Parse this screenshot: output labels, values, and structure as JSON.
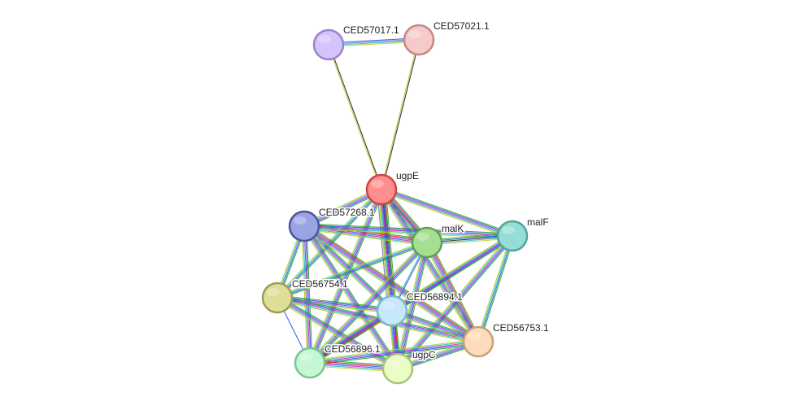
{
  "evidence_colors": {
    "neighborhood": "#22aa22",
    "fusion": "#ee2222",
    "cooccurrence": "#3355ee",
    "coexpression": "#222222",
    "experiments": "#cc22cc",
    "databases": "#22bbcc",
    "textmining": "#bbcc22",
    "homology": "#6677cc"
  },
  "nodes": [
    {
      "id": "CED57017.1",
      "label": "CED57017.1",
      "fill": "#d4c4fa",
      "border": "#9a82cf"
    },
    {
      "id": "CED57021.1",
      "label": "CED57021.1",
      "fill": "#f7c9c9",
      "border": "#c48888"
    },
    {
      "id": "ugpE",
      "label": "ugpE",
      "fill": "#ff8f8f",
      "border": "#cc4444"
    },
    {
      "id": "CED57268.1",
      "label": "CED57268.1",
      "fill": "#9aa4e2",
      "border": "#4a55a0"
    },
    {
      "id": "malK",
      "label": "malK",
      "fill": "#a4df94",
      "border": "#5fa050"
    },
    {
      "id": "malF",
      "label": "malF",
      "fill": "#95ddd6",
      "border": "#50a49c"
    },
    {
      "id": "CED56754.1",
      "label": "CED56754.1",
      "fill": "#dede98",
      "border": "#9c9c56"
    },
    {
      "id": "CED56894.1",
      "label": "CED56894.1",
      "fill": "#c6e8fa",
      "border": "#7fb4cf"
    },
    {
      "id": "CED56753.1",
      "label": "CED56753.1",
      "fill": "#fcdcbd",
      "border": "#c8a078"
    },
    {
      "id": "CED56896.1",
      "label": "CED56896.1",
      "fill": "#c6f7d3",
      "border": "#7cc492"
    },
    {
      "id": "ugpC",
      "label": "ugpC",
      "fill": "#e9fdc4",
      "border": "#a8c47a"
    }
  ],
  "edges": [
    {
      "source": "CED57017.1",
      "target": "CED57021.1",
      "evidence": [
        "cooccurrence",
        "homology",
        "databases",
        "textmining"
      ]
    },
    {
      "source": "CED57017.1",
      "target": "ugpE",
      "evidence": [
        "coexpression",
        "textmining"
      ]
    },
    {
      "source": "CED57021.1",
      "target": "ugpE",
      "evidence": [
        "coexpression",
        "textmining"
      ]
    },
    {
      "source": "ugpE",
      "target": "CED57268.1",
      "evidence": [
        "neighborhood",
        "cooccurrence",
        "experiments",
        "databases",
        "textmining"
      ]
    },
    {
      "source": "ugpE",
      "target": "malK",
      "evidence": [
        "neighborhood",
        "fusion",
        "cooccurrence",
        "coexpression",
        "experiments",
        "databases",
        "textmining"
      ]
    },
    {
      "source": "ugpE",
      "target": "malF",
      "evidence": [
        "neighborhood",
        "cooccurrence",
        "experiments",
        "databases",
        "textmining"
      ]
    },
    {
      "source": "ugpE",
      "target": "CED56754.1",
      "evidence": [
        "neighborhood",
        "cooccurrence",
        "databases",
        "textmining"
      ]
    },
    {
      "source": "ugpE",
      "target": "CED56894.1",
      "evidence": [
        "neighborhood",
        "fusion",
        "cooccurrence",
        "coexpression",
        "experiments",
        "databases",
        "textmining",
        "homology"
      ]
    },
    {
      "source": "ugpE",
      "target": "CED56753.1",
      "evidence": [
        "neighborhood",
        "cooccurrence",
        "experiments",
        "databases",
        "textmining"
      ]
    },
    {
      "source": "ugpE",
      "target": "CED56896.1",
      "evidence": [
        "neighborhood",
        "cooccurrence",
        "experiments",
        "databases",
        "textmining"
      ]
    },
    {
      "source": "ugpE",
      "target": "ugpC",
      "evidence": [
        "neighborhood",
        "cooccurrence",
        "experiments",
        "databases",
        "textmining"
      ]
    },
    {
      "source": "CED57268.1",
      "target": "malK",
      "evidence": [
        "neighborhood",
        "fusion",
        "cooccurrence",
        "experiments",
        "databases",
        "textmining"
      ]
    },
    {
      "source": "CED57268.1",
      "target": "malF",
      "evidence": [
        "neighborhood",
        "cooccurrence",
        "experiments",
        "databases",
        "textmining"
      ]
    },
    {
      "source": "CED57268.1",
      "target": "CED56754.1",
      "evidence": [
        "neighborhood",
        "cooccurrence",
        "databases",
        "textmining"
      ]
    },
    {
      "source": "CED57268.1",
      "target": "CED56894.1",
      "evidence": [
        "neighborhood",
        "cooccurrence",
        "experiments",
        "databases",
        "textmining"
      ]
    },
    {
      "source": "CED57268.1",
      "target": "CED56753.1",
      "evidence": [
        "neighborhood",
        "fusion",
        "cooccurrence",
        "experiments",
        "databases",
        "textmining"
      ]
    },
    {
      "source": "CED57268.1",
      "target": "CED56896.1",
      "evidence": [
        "neighborhood",
        "cooccurrence",
        "experiments",
        "databases",
        "textmining"
      ]
    },
    {
      "source": "CED57268.1",
      "target": "ugpC",
      "evidence": [
        "neighborhood",
        "cooccurrence",
        "experiments",
        "databases",
        "textmining"
      ]
    },
    {
      "source": "malK",
      "target": "malF",
      "evidence": [
        "neighborhood",
        "cooccurrence",
        "coexpression",
        "databases",
        "textmining"
      ]
    },
    {
      "source": "malK",
      "target": "CED56754.1",
      "evidence": [
        "neighborhood",
        "cooccurrence",
        "databases",
        "textmining"
      ]
    },
    {
      "source": "malK",
      "target": "CED56894.1",
      "evidence": [
        "cooccurrence",
        "databases"
      ]
    },
    {
      "source": "malK",
      "target": "CED56753.1",
      "evidence": [
        "neighborhood",
        "fusion",
        "cooccurrence",
        "experiments",
        "databases",
        "textmining"
      ]
    },
    {
      "source": "malK",
      "target": "CED56896.1",
      "evidence": [
        "neighborhood",
        "cooccurrence",
        "experiments",
        "databases",
        "textmining"
      ]
    },
    {
      "source": "malK",
      "target": "ugpC",
      "evidence": [
        "neighborhood",
        "cooccurrence",
        "experiments",
        "databases",
        "textmining"
      ]
    },
    {
      "source": "malF",
      "target": "CED56894.1",
      "evidence": [
        "neighborhood",
        "cooccurrence",
        "experiments",
        "databases",
        "textmining"
      ]
    },
    {
      "source": "malF",
      "target": "CED56753.1",
      "evidence": [
        "neighborhood",
        "cooccurrence",
        "databases",
        "textmining"
      ]
    },
    {
      "source": "malF",
      "target": "CED56896.1",
      "evidence": [
        "neighborhood",
        "cooccurrence",
        "experiments",
        "databases",
        "textmining"
      ]
    },
    {
      "source": "malF",
      "target": "ugpC",
      "evidence": [
        "neighborhood",
        "cooccurrence",
        "experiments",
        "databases",
        "textmining"
      ]
    },
    {
      "source": "CED56754.1",
      "target": "CED56894.1",
      "evidence": [
        "neighborhood",
        "cooccurrence",
        "experiments",
        "databases",
        "textmining"
      ]
    },
    {
      "source": "CED56754.1",
      "target": "CED56753.1",
      "evidence": [
        "neighborhood",
        "cooccurrence",
        "experiments",
        "databases",
        "textmining"
      ]
    },
    {
      "source": "CED56754.1",
      "target": "CED56896.1",
      "evidence": [
        "cooccurrence"
      ]
    },
    {
      "source": "CED56754.1",
      "target": "ugpC",
      "evidence": [
        "neighborhood",
        "cooccurrence",
        "experiments",
        "databases",
        "textmining"
      ]
    },
    {
      "source": "CED56894.1",
      "target": "CED56753.1",
      "evidence": [
        "neighborhood",
        "cooccurrence",
        "experiments",
        "databases",
        "textmining"
      ]
    },
    {
      "source": "CED56894.1",
      "target": "CED56896.1",
      "evidence": [
        "neighborhood",
        "fusion",
        "cooccurrence",
        "experiments",
        "databases",
        "textmining"
      ]
    },
    {
      "source": "CED56894.1",
      "target": "ugpC",
      "evidence": [
        "neighborhood",
        "fusion",
        "cooccurrence",
        "experiments",
        "databases",
        "textmining"
      ]
    },
    {
      "source": "CED56753.1",
      "target": "CED56896.1",
      "evidence": [
        "neighborhood",
        "cooccurrence",
        "experiments",
        "databases",
        "textmining"
      ]
    },
    {
      "source": "CED56753.1",
      "target": "ugpC",
      "evidence": [
        "neighborhood",
        "cooccurrence",
        "experiments",
        "databases",
        "textmining"
      ]
    },
    {
      "source": "CED56896.1",
      "target": "ugpC",
      "evidence": [
        "neighborhood",
        "fusion",
        "cooccurrence",
        "experiments",
        "databases",
        "textmining"
      ]
    }
  ]
}
